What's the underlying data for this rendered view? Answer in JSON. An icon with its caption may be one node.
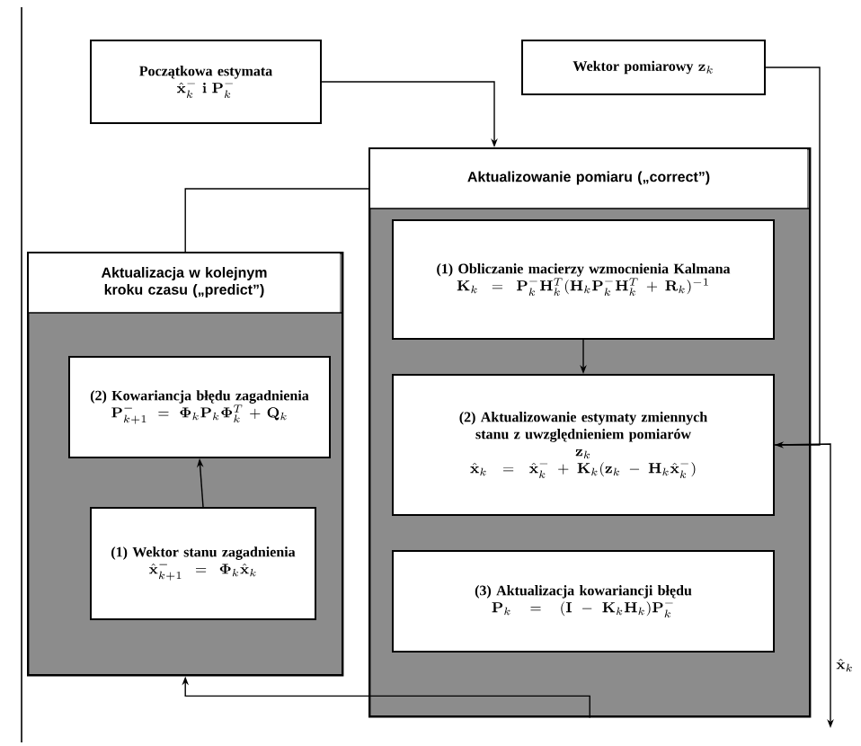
{
  "diagram": {
    "nodes": [
      {
        "text": [
          "Początkowa estymata",
          "\\hat{\\mathbf{x}}_k^-\\ \\mathbf{i}\\ \\mathbf{P}_k^-"
        ]
      },
      {
        "text": [
          "Wektor pomiarowy",
          "\\mathbf{z}_k"
        ]
      },
      {
        "text": [
          "Aktualizowanie pomiaru („correct”)"
        ]
      },
      {
        "text": [
          "(1) Obliczanie macierzy wzmocnienia Kalmana",
          "\\mathbf{K}_k=\\mathbf{P}_k^-\\mathbf{H}_k^T(\\mathbf{H}_k\\mathbf{P}_k^-\\mathbf{H}_k^T+\\mathbf{R}_k)^{-1}"
        ],
        "in": 2
      },
      {
        "text": [
          "(2) Aktualizowanie estymaty zmiennych stanu z uwzględnieniem pomiarów",
          "\\mathbf{z}_k",
          "\\hat{\\mathbf{x}}_k=\\hat{\\mathbf{x}}_k^-+\\mathbf{K}_k(\\mathbf{z}_k-\\mathbf{H}_k\\hat{\\mathbf{x}}_k^-)"
        ],
        "in": 2
      },
      {
        "text": [
          "(3) Aktualizacja kowariancji błędu",
          "\\mathbf{P}_k=(\\mathbf{I}-\\mathbf{K}_k\\mathbf{H}_k)\\mathbf{P}_k^-"
        ],
        "in": 2
      },
      {
        "text": [
          "Aktualizacja w kolejnym kroku czasu („predict”)"
        ]
      },
      {
        "text": [
          "(2) Kowariancja błędu zagadnienia",
          "\\mathbf{P}_{k+1}^-=\\mathbf{\\Phi}_k\\mathbf{P}_k\\mathbf{\\Phi}_k^T+\\mathbf{Q}_k"
        ],
        "in": 6
      },
      {
        "text": [
          "(1) Wektor stanu zagadnienia",
          "\\hat{\\mathbf{x}}_{k+1}^-=\\mathbf{\\Phi}_k\\hat{\\mathbf{x}}_k"
        ],
        "in": 6
      }
    ],
    "edges": [
      {
        "from": 0,
        "to": 2,
        "arrow": "to"
      },
      {
        "from": 1,
        "to": 4,
        "arrow": "to"
      },
      {
        "from": 3,
        "to": 4,
        "arrow": "to"
      },
      {
        "from": 2,
        "to": 6,
        "arrow": "to"
      },
      {
        "from": 6,
        "to": 2,
        "arrow": "none"
      },
      {
        "from": 8,
        "to": 7,
        "arrow": "to"
      },
      {
        "from": 4,
        "to": null,
        "arrow": "to",
        "label": "\\hat{\\mathbf{x}}_k"
      }
    ]
  }
}
